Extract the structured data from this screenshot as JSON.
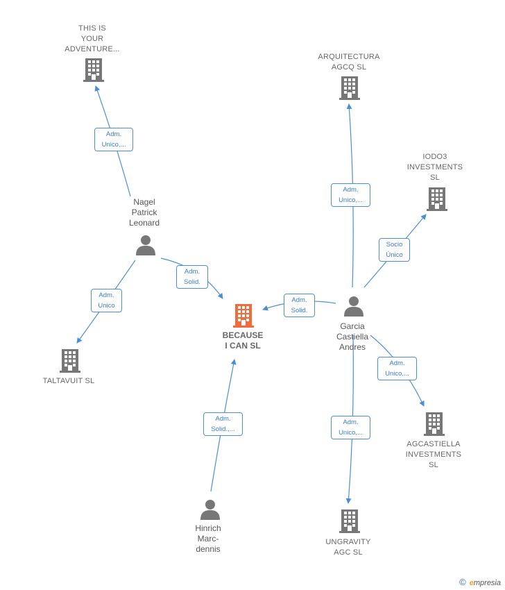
{
  "center": {
    "name": "BECAUSE\nI CAN  SL",
    "color": "#f26b3a"
  },
  "companies": [
    {
      "id": "adventure",
      "name": "THIS IS\nYOUR\nADVENTURE..."
    },
    {
      "id": "arquitectura",
      "name": "ARQUITECTURA\nAGCQ  SL"
    },
    {
      "id": "iodo3",
      "name": "IODO3\nINVESTMENTS\nSL"
    },
    {
      "id": "taltavuit",
      "name": "TALTAVUIT  SL"
    },
    {
      "id": "agcastiella",
      "name": "AGCASTIELLA\nINVESTMENTS\nSL"
    },
    {
      "id": "ungravity",
      "name": "UNGRAVITY\nAGC  SL"
    }
  ],
  "persons": [
    {
      "id": "nagel",
      "name": "Nagel\nPatrick\nLeonard"
    },
    {
      "id": "garcia",
      "name": "Garcia\nCastiella\nAndres"
    },
    {
      "id": "hinrich",
      "name": "Hinrich\nMarc-\ndennis"
    }
  ],
  "edges": [
    {
      "id": "e1",
      "label": "Adm.\nUnico,..."
    },
    {
      "id": "e2",
      "label": "Adm.\nSolid."
    },
    {
      "id": "e3",
      "label": "Adm.\nUnico"
    },
    {
      "id": "e4",
      "label": "Adm.\nUnico,..."
    },
    {
      "id": "e5",
      "label": "Socio\nÚnico"
    },
    {
      "id": "e6",
      "label": "Adm.\nSolid."
    },
    {
      "id": "e7",
      "label": "Adm.\nUnico,..."
    },
    {
      "id": "e8",
      "label": "Adm.\nUnico,..."
    },
    {
      "id": "e9",
      "label": "Adm.\nSolid.,..."
    }
  ],
  "colors": {
    "edge": "#4a8fd6",
    "node": "#777777",
    "center": "#f26b3a"
  },
  "footer": {
    "copyright": "©",
    "brand_initial": "e",
    "brand_rest": "mpresia"
  }
}
